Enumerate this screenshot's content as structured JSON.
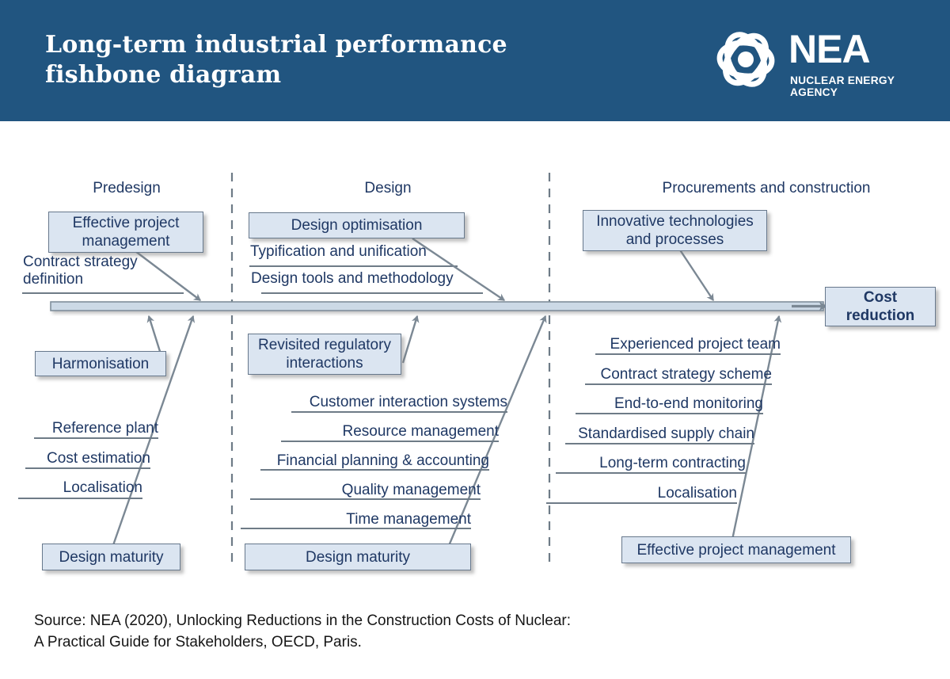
{
  "header": {
    "title_line1": "Long-term industrial performance",
    "title_line2": "fishbone diagram",
    "logo_text": "NEA",
    "logo_subtitle": "NUCLEAR ENERGY AGENCY",
    "bg_color": "#215580"
  },
  "diagram": {
    "type": "fishbone",
    "outcome": "Cost reduction",
    "columns": [
      {
        "header": "Predesign",
        "above_spine": {
          "boxed": [
            "Effective project management"
          ],
          "plain": [
            "Contract strategy definition"
          ]
        },
        "below_spine": {
          "boxed_top": [
            "Harmonisation"
          ],
          "plain": [
            "Reference plant",
            "Cost estimation",
            "Localisation"
          ],
          "boxed_bottom": [
            "Design maturity"
          ]
        }
      },
      {
        "header": "Design",
        "above_spine": {
          "boxed": [
            "Design optimisation"
          ],
          "plain": [
            "Typification and unification",
            "Design tools and methodology"
          ]
        },
        "below_spine": {
          "boxed_top": [
            "Revisited regulatory interactions"
          ],
          "plain": [
            "Customer interaction systems",
            "Resource management",
            "Financial planning & accounting",
            "Quality management",
            "Time management"
          ],
          "boxed_bottom": [
            "Design maturity"
          ]
        }
      },
      {
        "header": "Procurements and construction",
        "above_spine": {
          "boxed": [
            "Innovative technologies and processes"
          ],
          "plain": []
        },
        "below_spine": {
          "boxed_top": [],
          "plain": [
            "Experienced project team",
            "Contract strategy scheme",
            "End-to-end monitoring",
            "Standardised supply chain",
            "Long-term contracting",
            "Localisation"
          ],
          "boxed_bottom": [
            "Effective project management"
          ]
        }
      }
    ]
  },
  "labels": {
    "col1_header": "Predesign",
    "col2_header": "Design",
    "col3_header": "Procurements and construction",
    "b_effective_project_mgmt_1": "Effective project",
    "b_effective_project_mgmt_2": "management",
    "t_contract_strategy_1": "Contract strategy",
    "t_contract_strategy_2": "definition",
    "b_harmonisation": "Harmonisation",
    "t_reference_plant": "Reference plant",
    "t_cost_estimation": "Cost estimation",
    "t_localisation_1": "Localisation",
    "b_design_maturity_1": "Design maturity",
    "b_design_optimisation": "Design optimisation",
    "t_typification": "Typification and unification",
    "t_design_tools": "Design tools and methodology",
    "b_revisited_reg_1": "Revisited regulatory",
    "b_revisited_reg_2": "interactions",
    "t_customer_interaction": "Customer interaction systems",
    "t_resource_mgmt": "Resource management",
    "t_financial_planning": "Financial planning & accounting",
    "t_quality_mgmt": "Quality management",
    "t_time_mgmt": "Time management",
    "b_design_maturity_2": "Design maturity",
    "b_innovative_tech_1": "Innovative technologies",
    "b_innovative_tech_2": "and processes",
    "t_experienced_team": "Experienced project team",
    "t_contract_scheme": "Contract strategy scheme",
    "t_end_to_end": "End-to-end monitoring",
    "t_standardised_supply": "Standardised supply chain",
    "t_long_term_contracting": "Long-term contracting",
    "t_localisation_2": "Localisation",
    "b_effective_project_mgmt_3": "Effective project management",
    "outcome_1": "Cost",
    "outcome_2": "reduction"
  },
  "source": {
    "line1": "Source: NEA (2020), Unlocking Reductions in the Construction Costs of Nuclear:",
    "line2": "A Practical Guide for Stakeholders, OECD, Paris."
  },
  "colors": {
    "header_blue": "#215580",
    "text_navy": "#1f3864",
    "box_fill": "#dbe5f1",
    "box_border": "#67788c",
    "line_gray": "#6e7b87"
  }
}
